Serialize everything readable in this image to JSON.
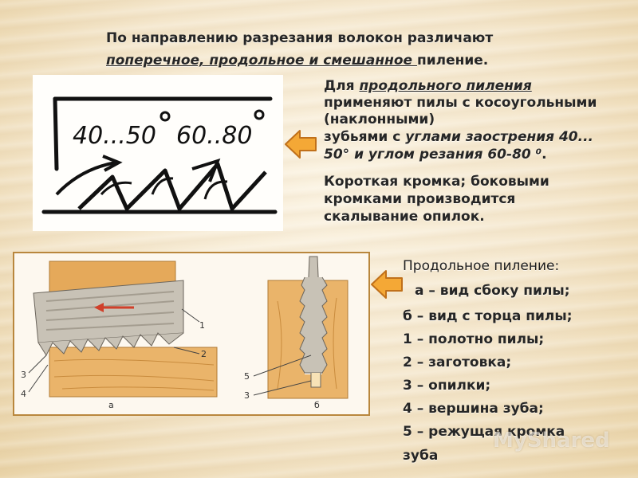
{
  "header": {
    "line1": "По направлению разрезания волокон различают",
    "line2_em": "поперечное, продольное и смешанное ",
    "line2_tail": "пиление."
  },
  "block1": {
    "l1_prefix": "Для ",
    "l1_link": "продольного пиления",
    "l2": "применяют  пилы с косоугольными",
    "l3": "(наклонными)",
    "l4_prefix": "зубьями с ",
    "l4_em": "углами заострения 40...",
    "l5_em": "50° и углом резания 60-80 ⁰",
    "l5_tail": ".",
    "p2_l1": "Короткая кромка; боковыми",
    "p2_l2": "кромками   производится",
    "p2_l3": "скалывание опилок."
  },
  "diagram1": {
    "label_a": "40...50",
    "label_b": "60..80"
  },
  "diagram2": {
    "n1": "1",
    "n2": "2",
    "n3": "3",
    "n4": "4",
    "n5": "5",
    "n3b": "3",
    "cap_a": "а",
    "cap_b": "б"
  },
  "legend": {
    "title": "Продольное пиление:",
    "items": [
      "а – вид сбоку пилы;",
      "б – вид  с торца пилы;",
      "1 – полотно пилы;",
      "2 – заготовка;",
      "3 – опилки;",
      "4 – вершина зуба;",
      "5 – режущая кромка",
      "зуба"
    ]
  },
  "watermark": "MyShared",
  "colors": {
    "arrow": "#f4a836",
    "arrow_edge": "#c0701a",
    "wood": "#e8b56a",
    "frame": "#b9873d"
  }
}
